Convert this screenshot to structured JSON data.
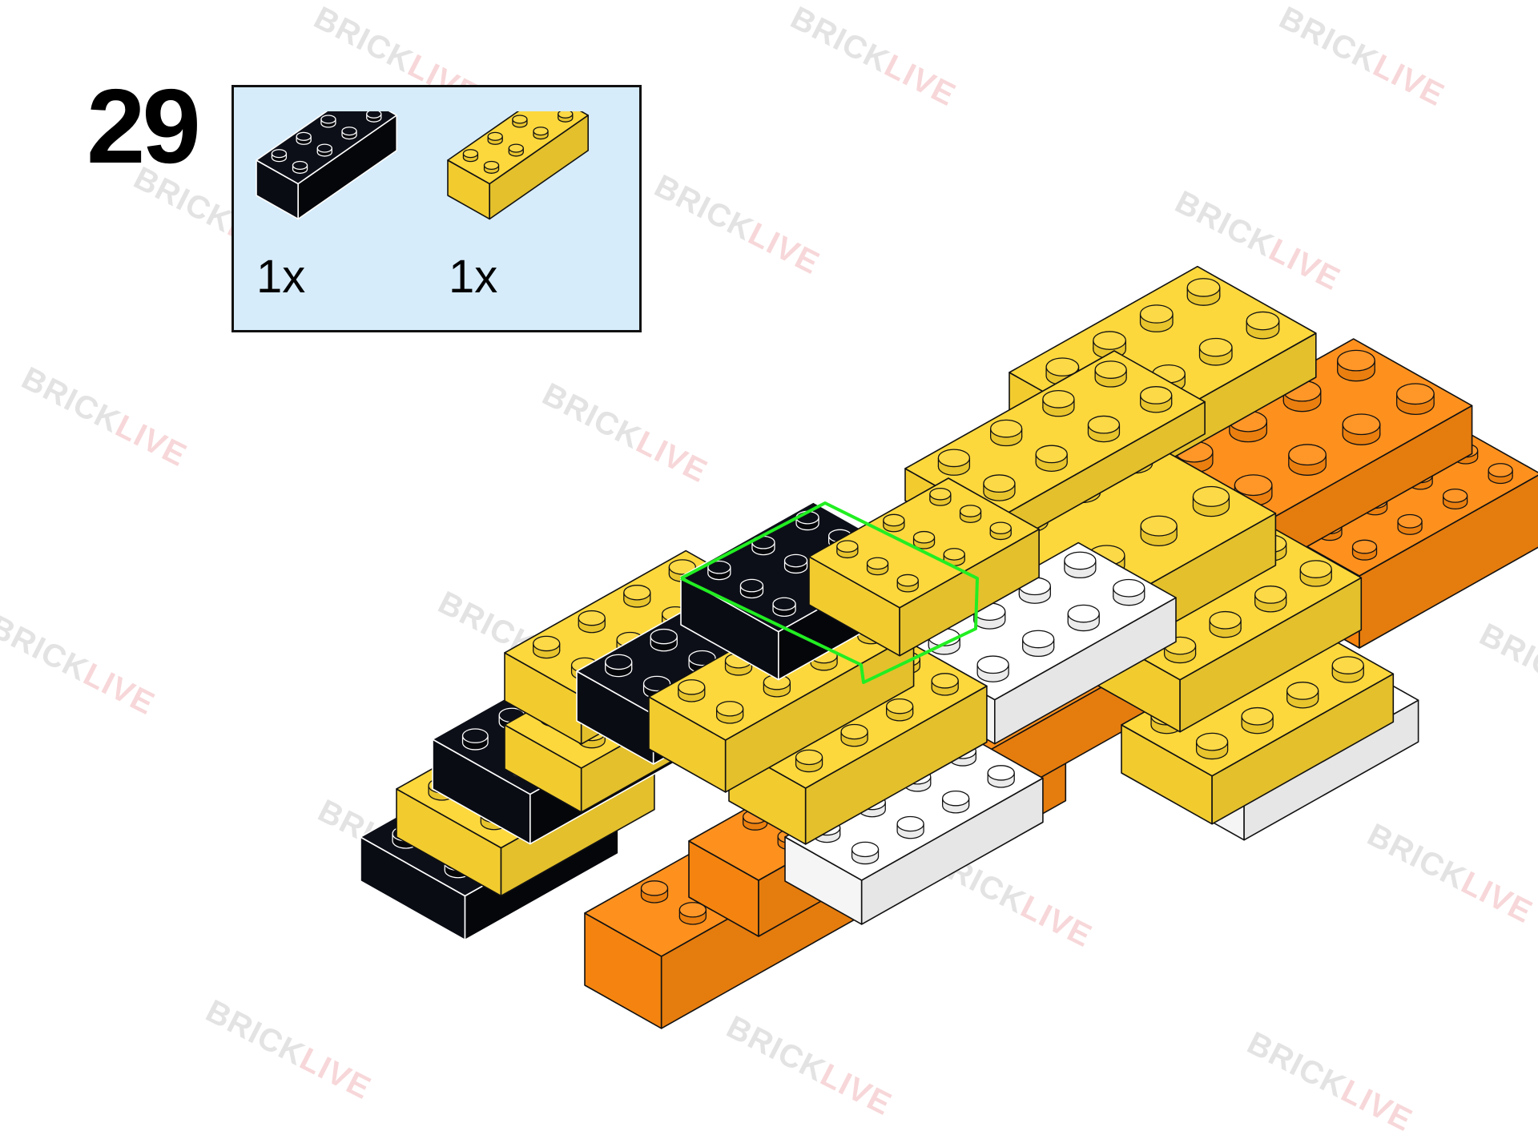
{
  "step": {
    "number": "29"
  },
  "parts": [
    {
      "name": "black 2x4 brick",
      "color": "#0a0c14",
      "quantity": "1x"
    },
    {
      "name": "yellow 2x4 brick",
      "color": "#fcd531",
      "quantity": "1x"
    }
  ],
  "watermark": {
    "part1": "BRICK",
    "part2": "LIVE"
  },
  "colors": {
    "yellow": "#fcd531",
    "black": "#0a0c14",
    "orange": "#fe8a10",
    "white": "#ffffff",
    "highlight": "#22ee22",
    "callout_bg": "#d6ecfb"
  }
}
